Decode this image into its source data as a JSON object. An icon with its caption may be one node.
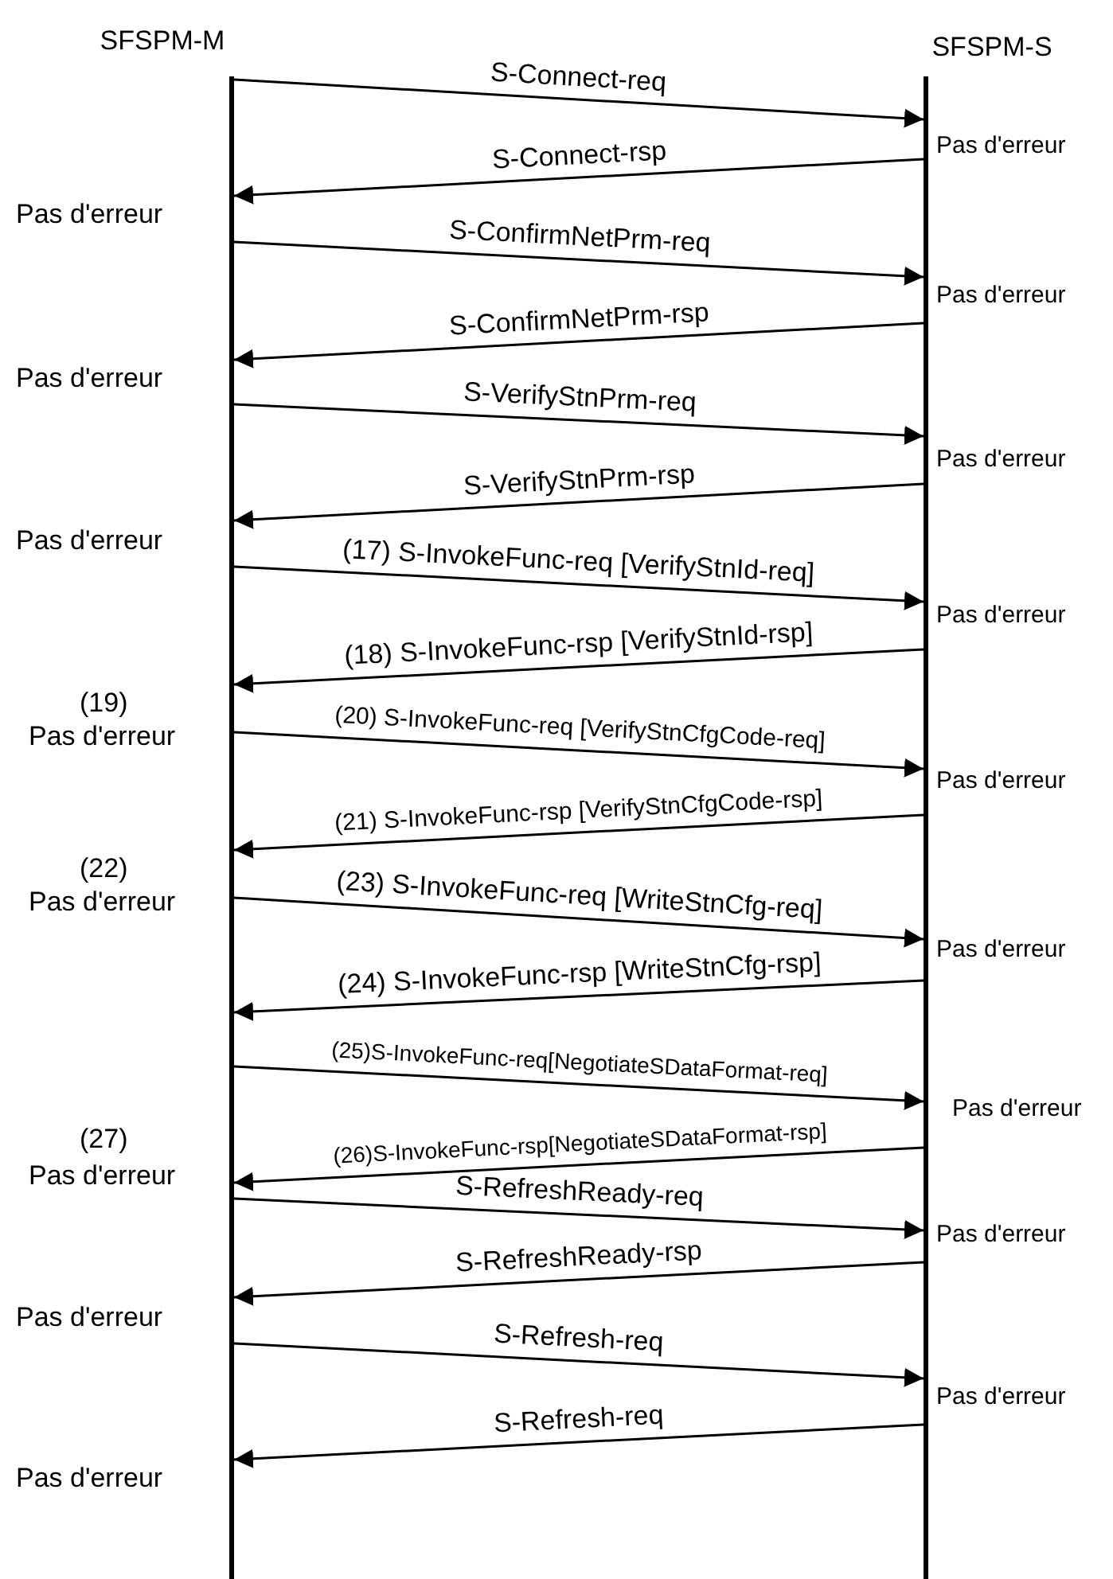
{
  "diagram": {
    "nodes": [
      {
        "text": [
          "SFSPM-M"
        ]
      },
      {
        "text": [
          "SFSPM-S"
        ]
      }
    ],
    "edges": [
      {
        "from": 0,
        "to": 1,
        "arrow": "to",
        "label": "S-Connect-req"
      },
      {
        "from": 1,
        "to": 0,
        "arrow": "to",
        "label": "S-Connect-rsp"
      },
      {
        "from": 0,
        "to": 1,
        "arrow": "to",
        "label": "S-ConfirmNetPrm-req"
      },
      {
        "from": 1,
        "to": 0,
        "arrow": "to",
        "label": "S-ConfirmNetPrm-rsp"
      },
      {
        "from": 0,
        "to": 1,
        "arrow": "to",
        "label": "S-VerifyStnPrm-req"
      },
      {
        "from": 1,
        "to": 0,
        "arrow": "to",
        "label": "S-VerifyStnPrm-rsp"
      },
      {
        "from": 0,
        "to": 1,
        "arrow": "to",
        "label": "(17) S-InvokeFunc-req [VerifyStnId-req]"
      },
      {
        "from": 1,
        "to": 0,
        "arrow": "to",
        "label": "(18) S-InvokeFunc-rsp [VerifyStnId-rsp]"
      },
      {
        "from": 0,
        "to": 1,
        "arrow": "to",
        "label": "(20) S-InvokeFunc-req [VerifyStnCfgCode-req]"
      },
      {
        "from": 1,
        "to": 0,
        "arrow": "to",
        "label": "(21) S-InvokeFunc-rsp [VerifyStnCfgCode-rsp]"
      },
      {
        "from": 0,
        "to": 1,
        "arrow": "to",
        "label": "(23) S-InvokeFunc-req [WriteStnCfg-req]"
      },
      {
        "from": 1,
        "to": 0,
        "arrow": "to",
        "label": "(24) S-InvokeFunc-rsp [WriteStnCfg-rsp]"
      },
      {
        "from": 0,
        "to": 1,
        "arrow": "to",
        "label": "(25)S-InvokeFunc-req[NegotiateSDataFormat-req]"
      },
      {
        "from": 1,
        "to": 0,
        "arrow": "to",
        "label": "(26)S-InvokeFunc-rsp[NegotiateSDataFormat-rsp]"
      },
      {
        "from": 0,
        "to": 1,
        "arrow": "to",
        "label": "S-RefreshReady-req"
      },
      {
        "from": 1,
        "to": 0,
        "arrow": "to",
        "label": "S-RefreshReady-rsp"
      },
      {
        "from": 0,
        "to": 1,
        "arrow": "to",
        "label": "S-Refresh-req"
      },
      {
        "from": 1,
        "to": 0,
        "arrow": "to",
        "label": "S-Refresh-req"
      }
    ],
    "labels": [
      "Pas d'erreur",
      "Pas d'erreur",
      "Pas d'erreur",
      "Pas d'erreur",
      "Pas d'erreur",
      "Pas d'erreur",
      "Pas d'erreur",
      "(19)",
      "Pas d'erreur",
      "Pas d'erreur",
      "(22)",
      "Pas d'erreur",
      "Pas d'erreur",
      "Pas d'erreur",
      "(27)",
      "Pas d'erreur",
      "Pas d'erreur",
      "Pas d'erreur",
      "Pas d'erreur",
      "Pas d'erreur"
    ]
  }
}
